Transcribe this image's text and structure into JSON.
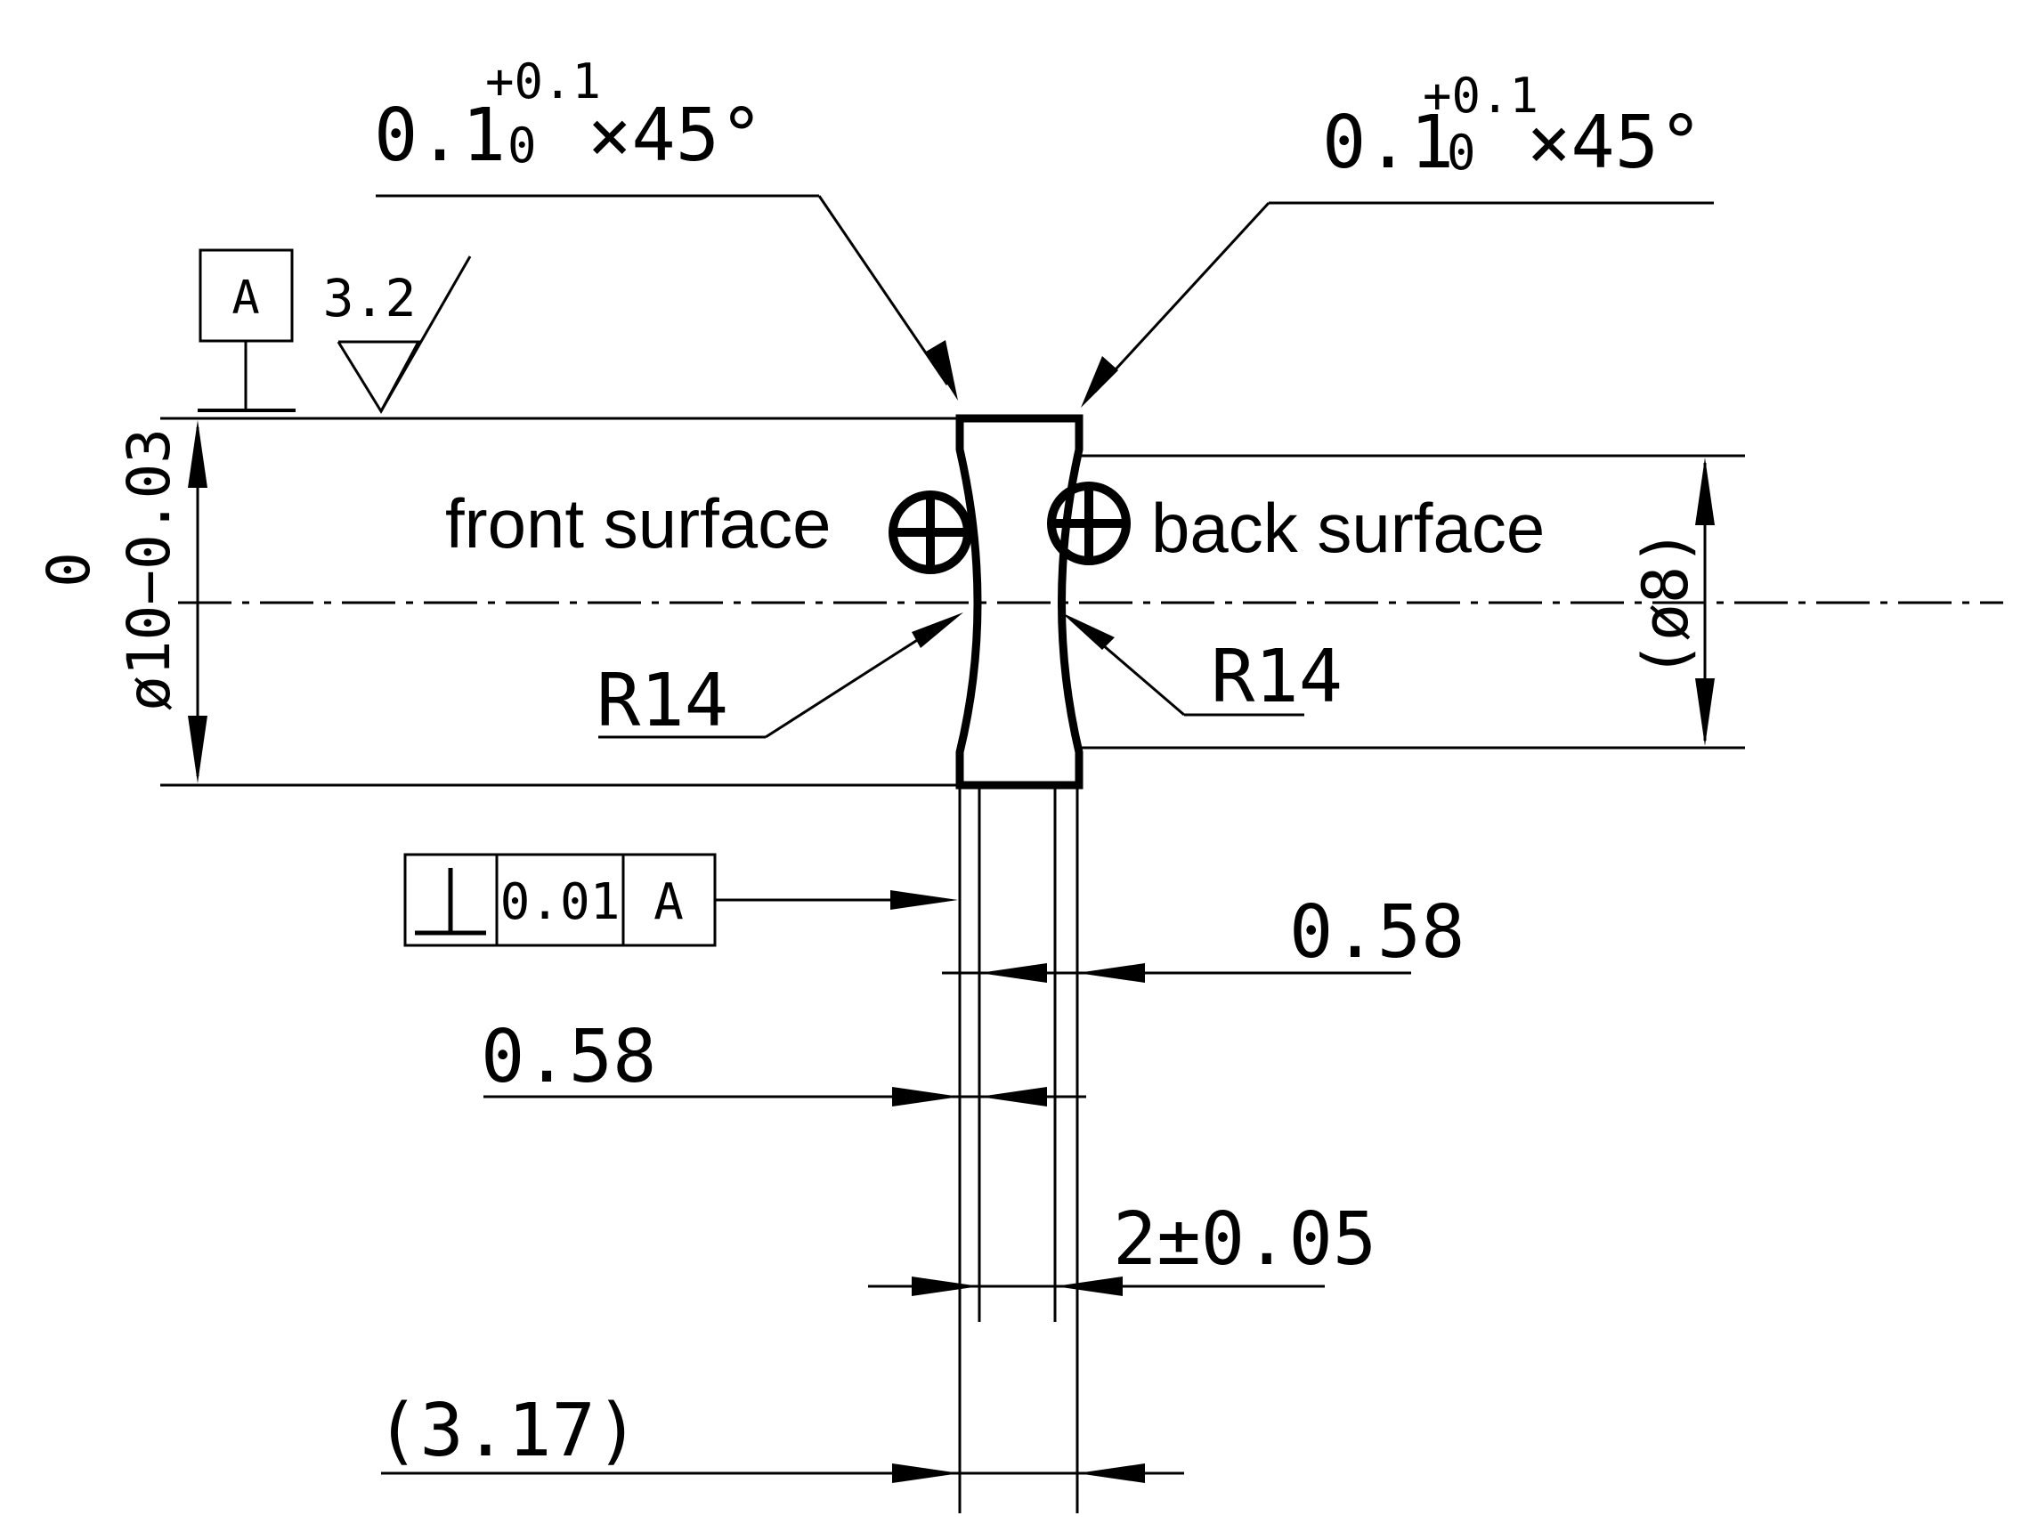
{
  "chamfer": {
    "left": {
      "base": "0.1",
      "upper_tol": "+0.1",
      "lower_tol": "0",
      "angle": "×45°"
    },
    "right": {
      "base": "0.1",
      "upper_tol": "+0.1",
      "lower_tol": "0",
      "angle": "×45°"
    }
  },
  "datum": {
    "letter": "A"
  },
  "roughness": {
    "value": "3.2"
  },
  "outer_diameter": {
    "main": "ø10−0.03",
    "upper_tol": "0"
  },
  "inner_diameter": {
    "label": "(ø8)"
  },
  "surfaces": {
    "front": "front surface",
    "back": "back surface"
  },
  "radius": {
    "left": "R14",
    "right": "R14"
  },
  "perpendicularity": {
    "symbol": "⊥",
    "tolerance": "0.01",
    "datum": "A"
  },
  "dims": {
    "thickness_right": "0.58",
    "thickness_left": "0.58",
    "center_thickness": "2±0.05",
    "overall_thickness": "(3.17)"
  }
}
